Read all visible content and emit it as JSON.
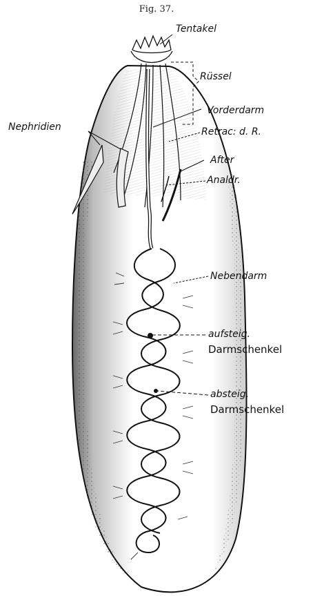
{
  "figure": {
    "caption": "Fig. 37.",
    "labels": {
      "tentakel": "Tentakel",
      "russel": "Rüssel",
      "vorderdarm": "Vorderdarm",
      "retrac": "Retrac: d. R.",
      "after": "After",
      "analdr": "Analdr.",
      "nephridien": "Nephridien",
      "nebendarm": "Nebendarm",
      "aufsteig_1": "aufsteig.",
      "aufsteig_2": "Darmschenkel",
      "absteig_1": "absteig.",
      "absteig_2": "Darmschenkel"
    }
  },
  "colors": {
    "ink": "#111111",
    "paper": "#ffffff",
    "shade": "#8a8a8a"
  }
}
